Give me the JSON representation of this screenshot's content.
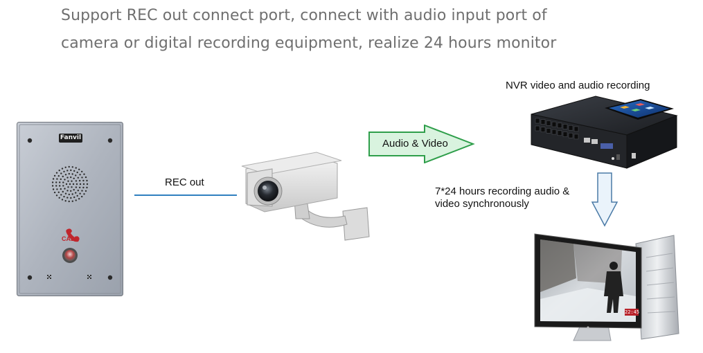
{
  "heading": {
    "line1": "Support REC out connect port, connect with audio input port of",
    "line2": "camera or digital recording equipment, realize 24 hours monitor"
  },
  "intercom": {
    "brand": "Fanvil",
    "call_label": "CALL"
  },
  "connection": {
    "rec_out_label": "REC out",
    "audio_video_label": "Audio & Video"
  },
  "nvr": {
    "title": "NVR video and audio recording"
  },
  "recording_note": {
    "line1": "7*24 hours recording audio &",
    "line2": "video synchronously"
  },
  "monitor": {
    "timestamp": "22:45"
  },
  "colors": {
    "heading": "#6f6f6f",
    "rec_line": "#2f7fbf",
    "arrow_fill": "#d9f3df",
    "arrow_stroke": "#2e9e4a",
    "down_arrow_fill": "#eaf3fb",
    "down_arrow_stroke": "#4a7aa6",
    "call_red": "#c0262d"
  }
}
